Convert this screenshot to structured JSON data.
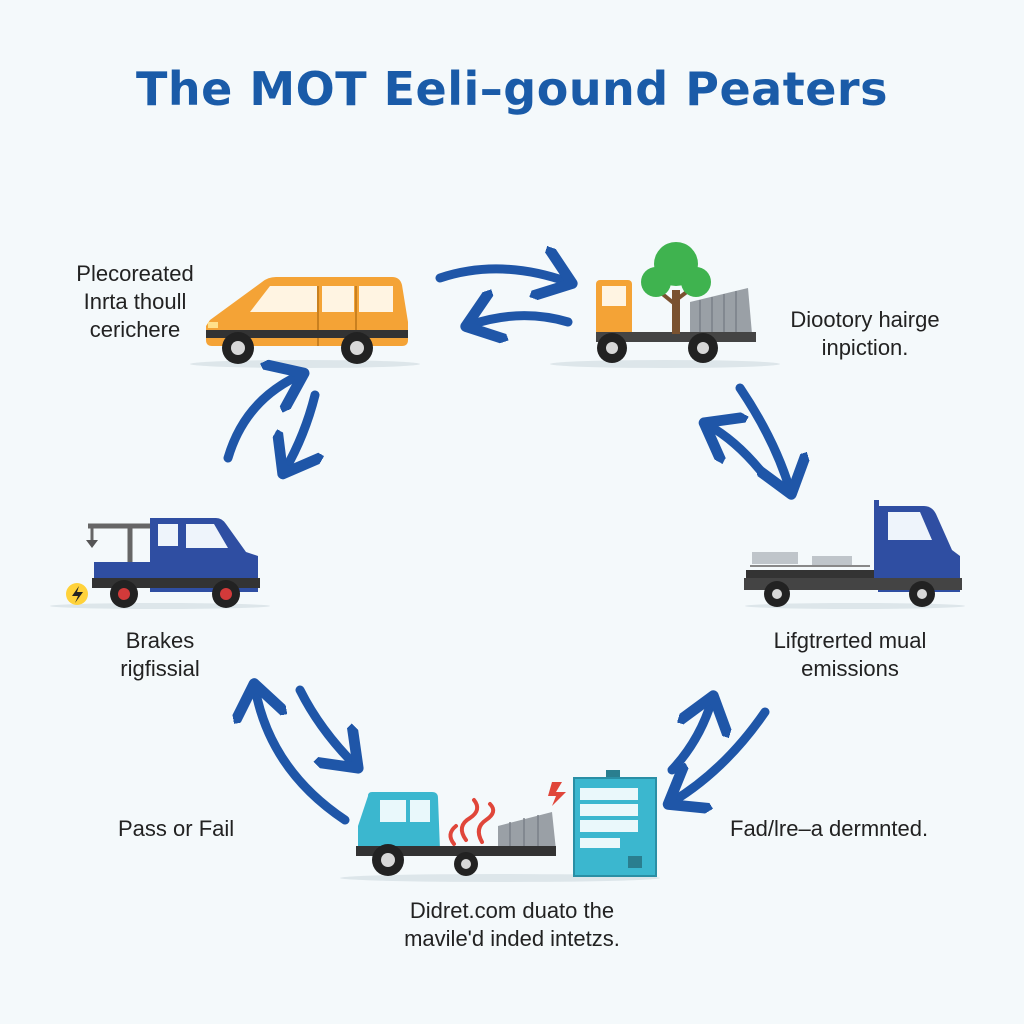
{
  "title": "The MOT Eeli–gound Peaters",
  "colors": {
    "title": "#1a5ba8",
    "arrow": "#1f56a8",
    "orange_car": "#f4a336",
    "blue_truck": "#2f4ea2",
    "teal_truck": "#3bb7cf",
    "tree": "#3fb34f"
  },
  "icons": [
    "orange-suv-icon",
    "tree-truck-icon",
    "tow-truck-icon",
    "flatbed-truck-icon",
    "smoking-truck-icon",
    "emissions-machine-icon"
  ],
  "steps": [
    {
      "lines": [
        "Plecoreated",
        "Inrta thoull",
        "cerichere"
      ]
    },
    {
      "lines": [
        "Diootory hairge",
        "inpiction."
      ]
    },
    {
      "lines": [
        "Brakes",
        "rigfissial"
      ]
    },
    {
      "lines": [
        "Lifgtrerted mual",
        "emissions"
      ]
    },
    {
      "lines": [
        "Pass or Fail"
      ]
    },
    {
      "lines": [
        "Fad/lre–a dermnted."
      ]
    },
    {
      "lines": [
        "Didret.com duato the",
        "mavile'd inded intetzs."
      ]
    }
  ]
}
